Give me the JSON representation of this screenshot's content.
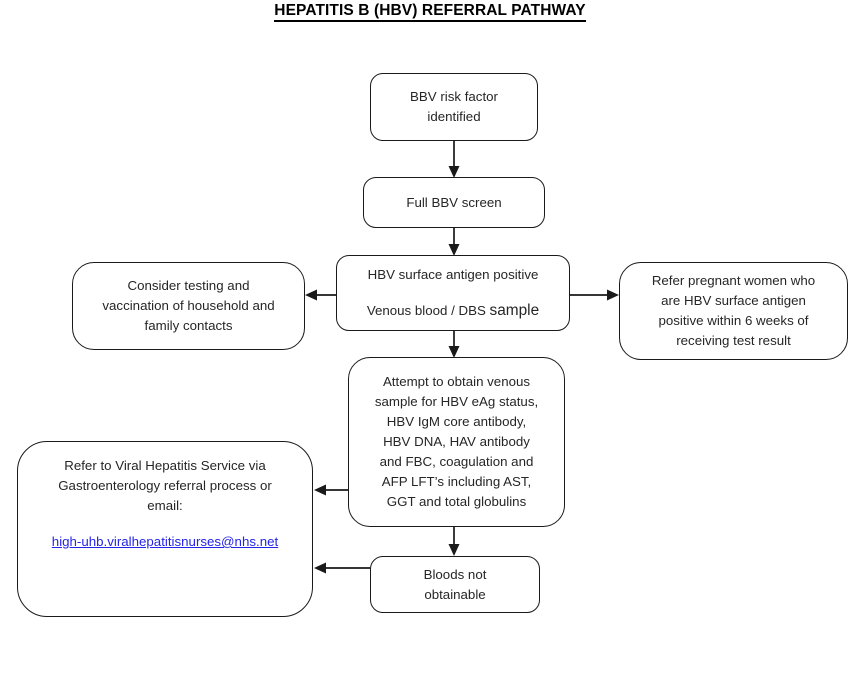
{
  "title": "HEPATITIS B (HBV) REFERRAL PATHWAY",
  "colors": {
    "stroke": "#1a1a1a",
    "text": "#262626",
    "link": "#2424e8",
    "background": "#ffffff"
  },
  "nodes": {
    "risk_factor": {
      "name": "bbv-risk-factor",
      "lines": [
        "BBV risk factor",
        "identified"
      ]
    },
    "full_screen": {
      "name": "full-bbv-screen",
      "lines": [
        "Full BBV screen"
      ]
    },
    "hbv_positive": {
      "name": "hbv-surface-antigen-positive",
      "line1": "HBV surface antigen positive",
      "line2_prefix": "Venous blood / DBS ",
      "line2_emphasis": "sample"
    },
    "contacts": {
      "name": "household-family-contacts",
      "lines": [
        "Consider testing and",
        "vaccination of household and",
        "family contacts"
      ]
    },
    "pregnant": {
      "name": "refer-pregnant-women",
      "lines": [
        "Refer pregnant women who",
        "are HBV surface antigen",
        "positive within 6 weeks of",
        "receiving test result"
      ]
    },
    "venous_sample": {
      "name": "attempt-venous-sample",
      "lines": [
        "Attempt to obtain venous",
        "sample for HBV eAg status,",
        "HBV IgM core antibody,",
        "HBV DNA, HAV antibody",
        "and FBC, coagulation and",
        "AFP LFT’s including AST,",
        "GGT and total globulins"
      ]
    },
    "refer_service": {
      "name": "refer-viral-hepatitis-service",
      "lines": [
        "Refer to Viral Hepatitis Service via",
        "Gastroenterology referral process or",
        "email:"
      ],
      "email": "high-uhb.viralhepatitisnurses@nhs.net"
    },
    "bloods_not_obtainable": {
      "name": "bloods-not-obtainable",
      "lines": [
        "Bloods not",
        "obtainable"
      ]
    }
  },
  "connectors": [
    {
      "name": "risk-factor-to-full-screen",
      "direction": "down"
    },
    {
      "name": "full-screen-to-hbv-positive",
      "direction": "down"
    },
    {
      "name": "hbv-positive-to-contacts",
      "direction": "left"
    },
    {
      "name": "hbv-positive-to-pregnant",
      "direction": "right"
    },
    {
      "name": "hbv-positive-to-venous-sample",
      "direction": "down"
    },
    {
      "name": "venous-sample-to-refer-service",
      "direction": "left"
    },
    {
      "name": "venous-sample-to-bloods-not-obtainable",
      "direction": "down"
    },
    {
      "name": "bloods-not-obtainable-to-refer-service",
      "direction": "left"
    }
  ]
}
